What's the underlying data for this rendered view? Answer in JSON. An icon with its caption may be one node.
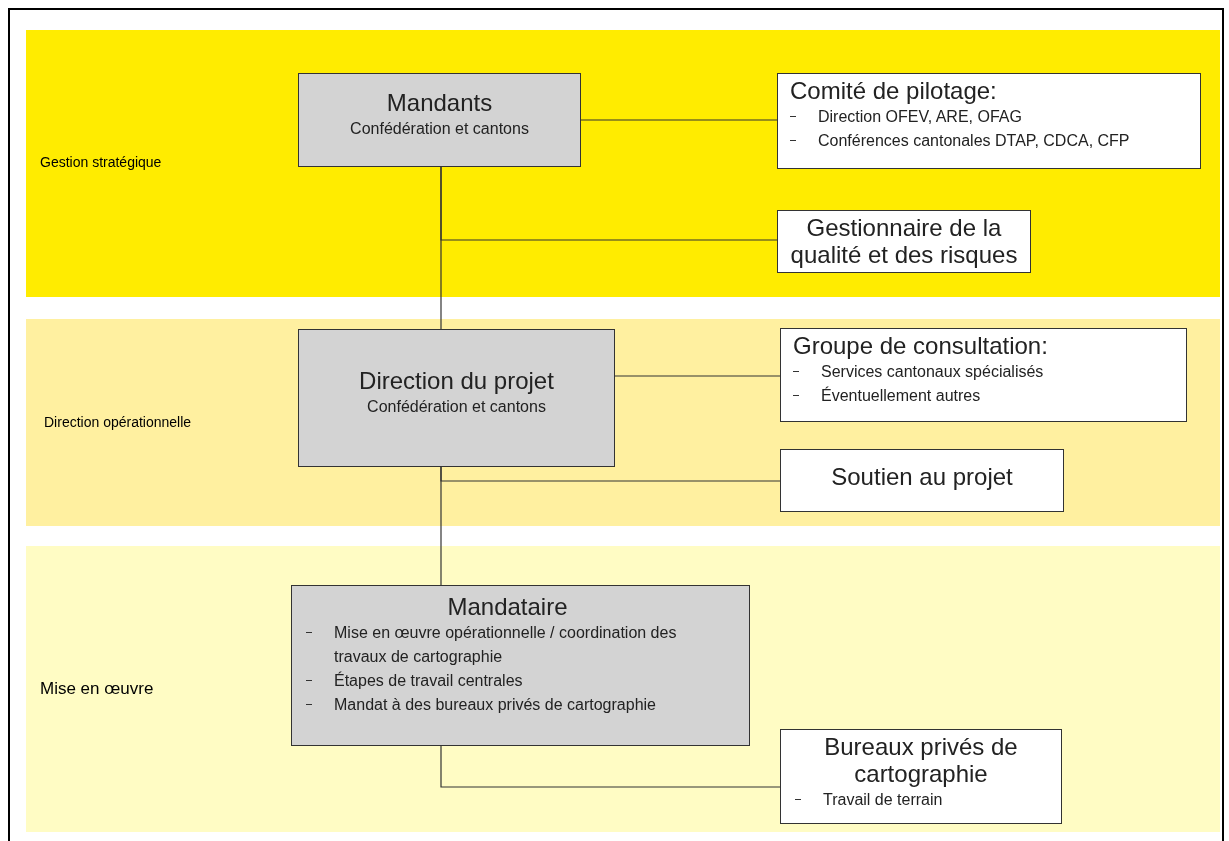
{
  "diagram": {
    "nodes": [
      {
        "text": [
          "Gestion stratégique"
        ]
      },
      {
        "text": [
          "Mandants",
          "Confédération et cantons"
        ],
        "in": 0
      },
      {
        "text": [
          "Comité de pilotage:",
          "Direction OFEV, ARE, OFAG",
          "Conférences cantonales DTAP, CDCA, CFP"
        ],
        "in": 0
      },
      {
        "text": [
          "Gestionnaire de la qualité et des risques"
        ],
        "in": 0
      },
      {
        "text": [
          "Direction opérationnelle"
        ]
      },
      {
        "text": [
          "Direction du projet",
          "Confédération et cantons"
        ],
        "in": 4
      },
      {
        "text": [
          "Groupe de consultation:",
          "Services cantonaux spécialisés",
          "Éventuellement autres"
        ],
        "in": 4
      },
      {
        "text": [
          "Soutien au projet"
        ],
        "in": 4
      },
      {
        "text": [
          "Mise en œuvre"
        ]
      },
      {
        "text": [
          "Mandataire",
          "Mise en œuvre opérationnelle / coordination des travaux de cartographie",
          "Étapes de travail centrales",
          "Mandat à des bureaux privés de cartographie"
        ],
        "in": 8
      },
      {
        "text": [
          "Bureaux privés de cartographie",
          "Travail de terrain"
        ],
        "in": 8
      }
    ],
    "edges": [
      {
        "from": 1,
        "to": 2,
        "arrow": "none"
      },
      {
        "from": 1,
        "to": 3,
        "arrow": "none"
      },
      {
        "from": 1,
        "to": 5,
        "arrow": "none"
      },
      {
        "from": 5,
        "to": 6,
        "arrow": "none"
      },
      {
        "from": 5,
        "to": 7,
        "arrow": "none"
      },
      {
        "from": 5,
        "to": 9,
        "arrow": "none"
      },
      {
        "from": 9,
        "to": 10,
        "arrow": "none"
      }
    ]
  }
}
